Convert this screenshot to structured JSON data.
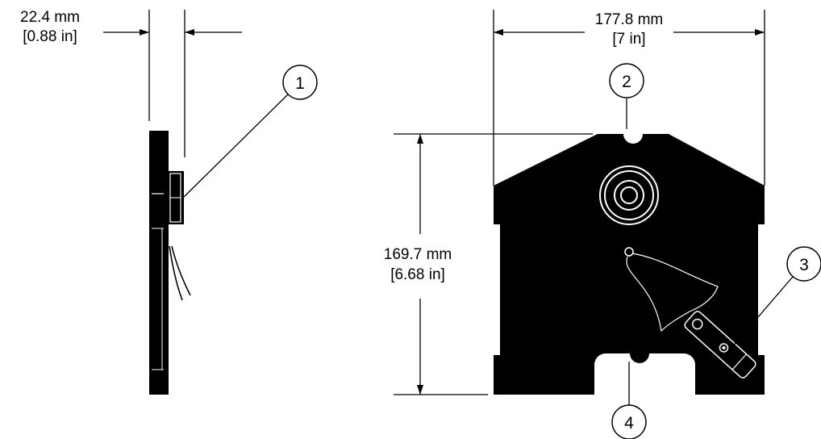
{
  "dimensions": {
    "thickness": {
      "metric": "22.4 mm",
      "imperial": "[0.88 in]"
    },
    "width": {
      "metric": "177.8 mm",
      "imperial": "[7 in]"
    },
    "height": {
      "metric": "169.7 mm",
      "imperial": "[6.68 in]"
    }
  },
  "callouts": [
    {
      "label": "1"
    },
    {
      "label": "2"
    },
    {
      "label": "3"
    },
    {
      "label": "4"
    }
  ],
  "colors": {
    "ink": "#000000",
    "background": "#ffffff"
  }
}
